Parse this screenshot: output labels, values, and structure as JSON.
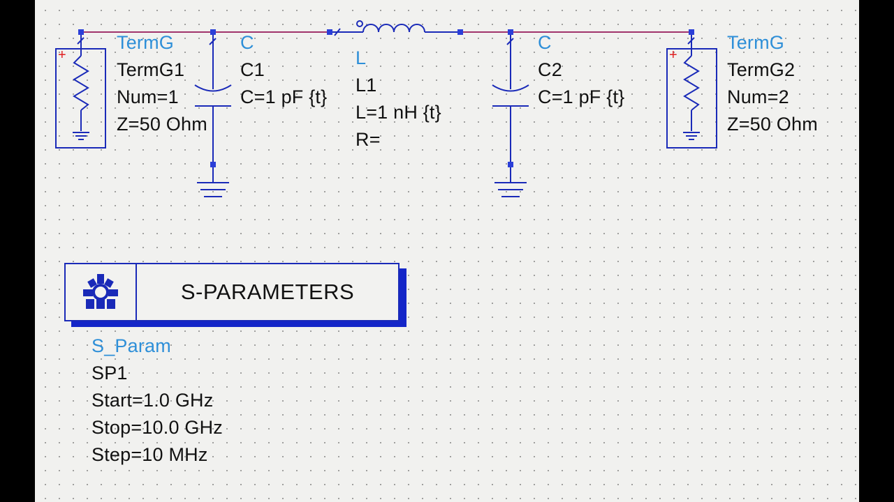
{
  "colors": {
    "canvas_bg": "#f1f1ef",
    "wire": "#a0336b",
    "component": "#1a2ab8",
    "type_label": "#2e8fd8",
    "text": "#111111"
  },
  "components": {
    "term1": {
      "type": "TermG",
      "name": "TermG1",
      "params": [
        "Num=1",
        "Z=50 Ohm"
      ],
      "icon": "resistor-port-icon",
      "plus": "+"
    },
    "cap1": {
      "type": "C",
      "name": "C1",
      "params": [
        "C=1 pF {t}"
      ],
      "icon": "capacitor-icon"
    },
    "ind1": {
      "type": "L",
      "name": "L1",
      "params": [
        "L=1 nH {t}",
        "R="
      ],
      "icon": "inductor-icon"
    },
    "cap2": {
      "type": "C",
      "name": "C2",
      "params": [
        "C=1 pF {t}"
      ],
      "icon": "capacitor-icon"
    },
    "term2": {
      "type": "TermG",
      "name": "TermG2",
      "params": [
        "Num=2",
        "Z=50 Ohm"
      ],
      "icon": "resistor-port-icon",
      "plus": "+"
    }
  },
  "sparam": {
    "title": "S-PARAMETERS",
    "type": "S_Param",
    "name": "SP1",
    "params": [
      "Start=1.0 GHz",
      "Stop=10.0 GHz",
      "Step=10 MHz"
    ],
    "icon": "gear-cluster-icon"
  }
}
